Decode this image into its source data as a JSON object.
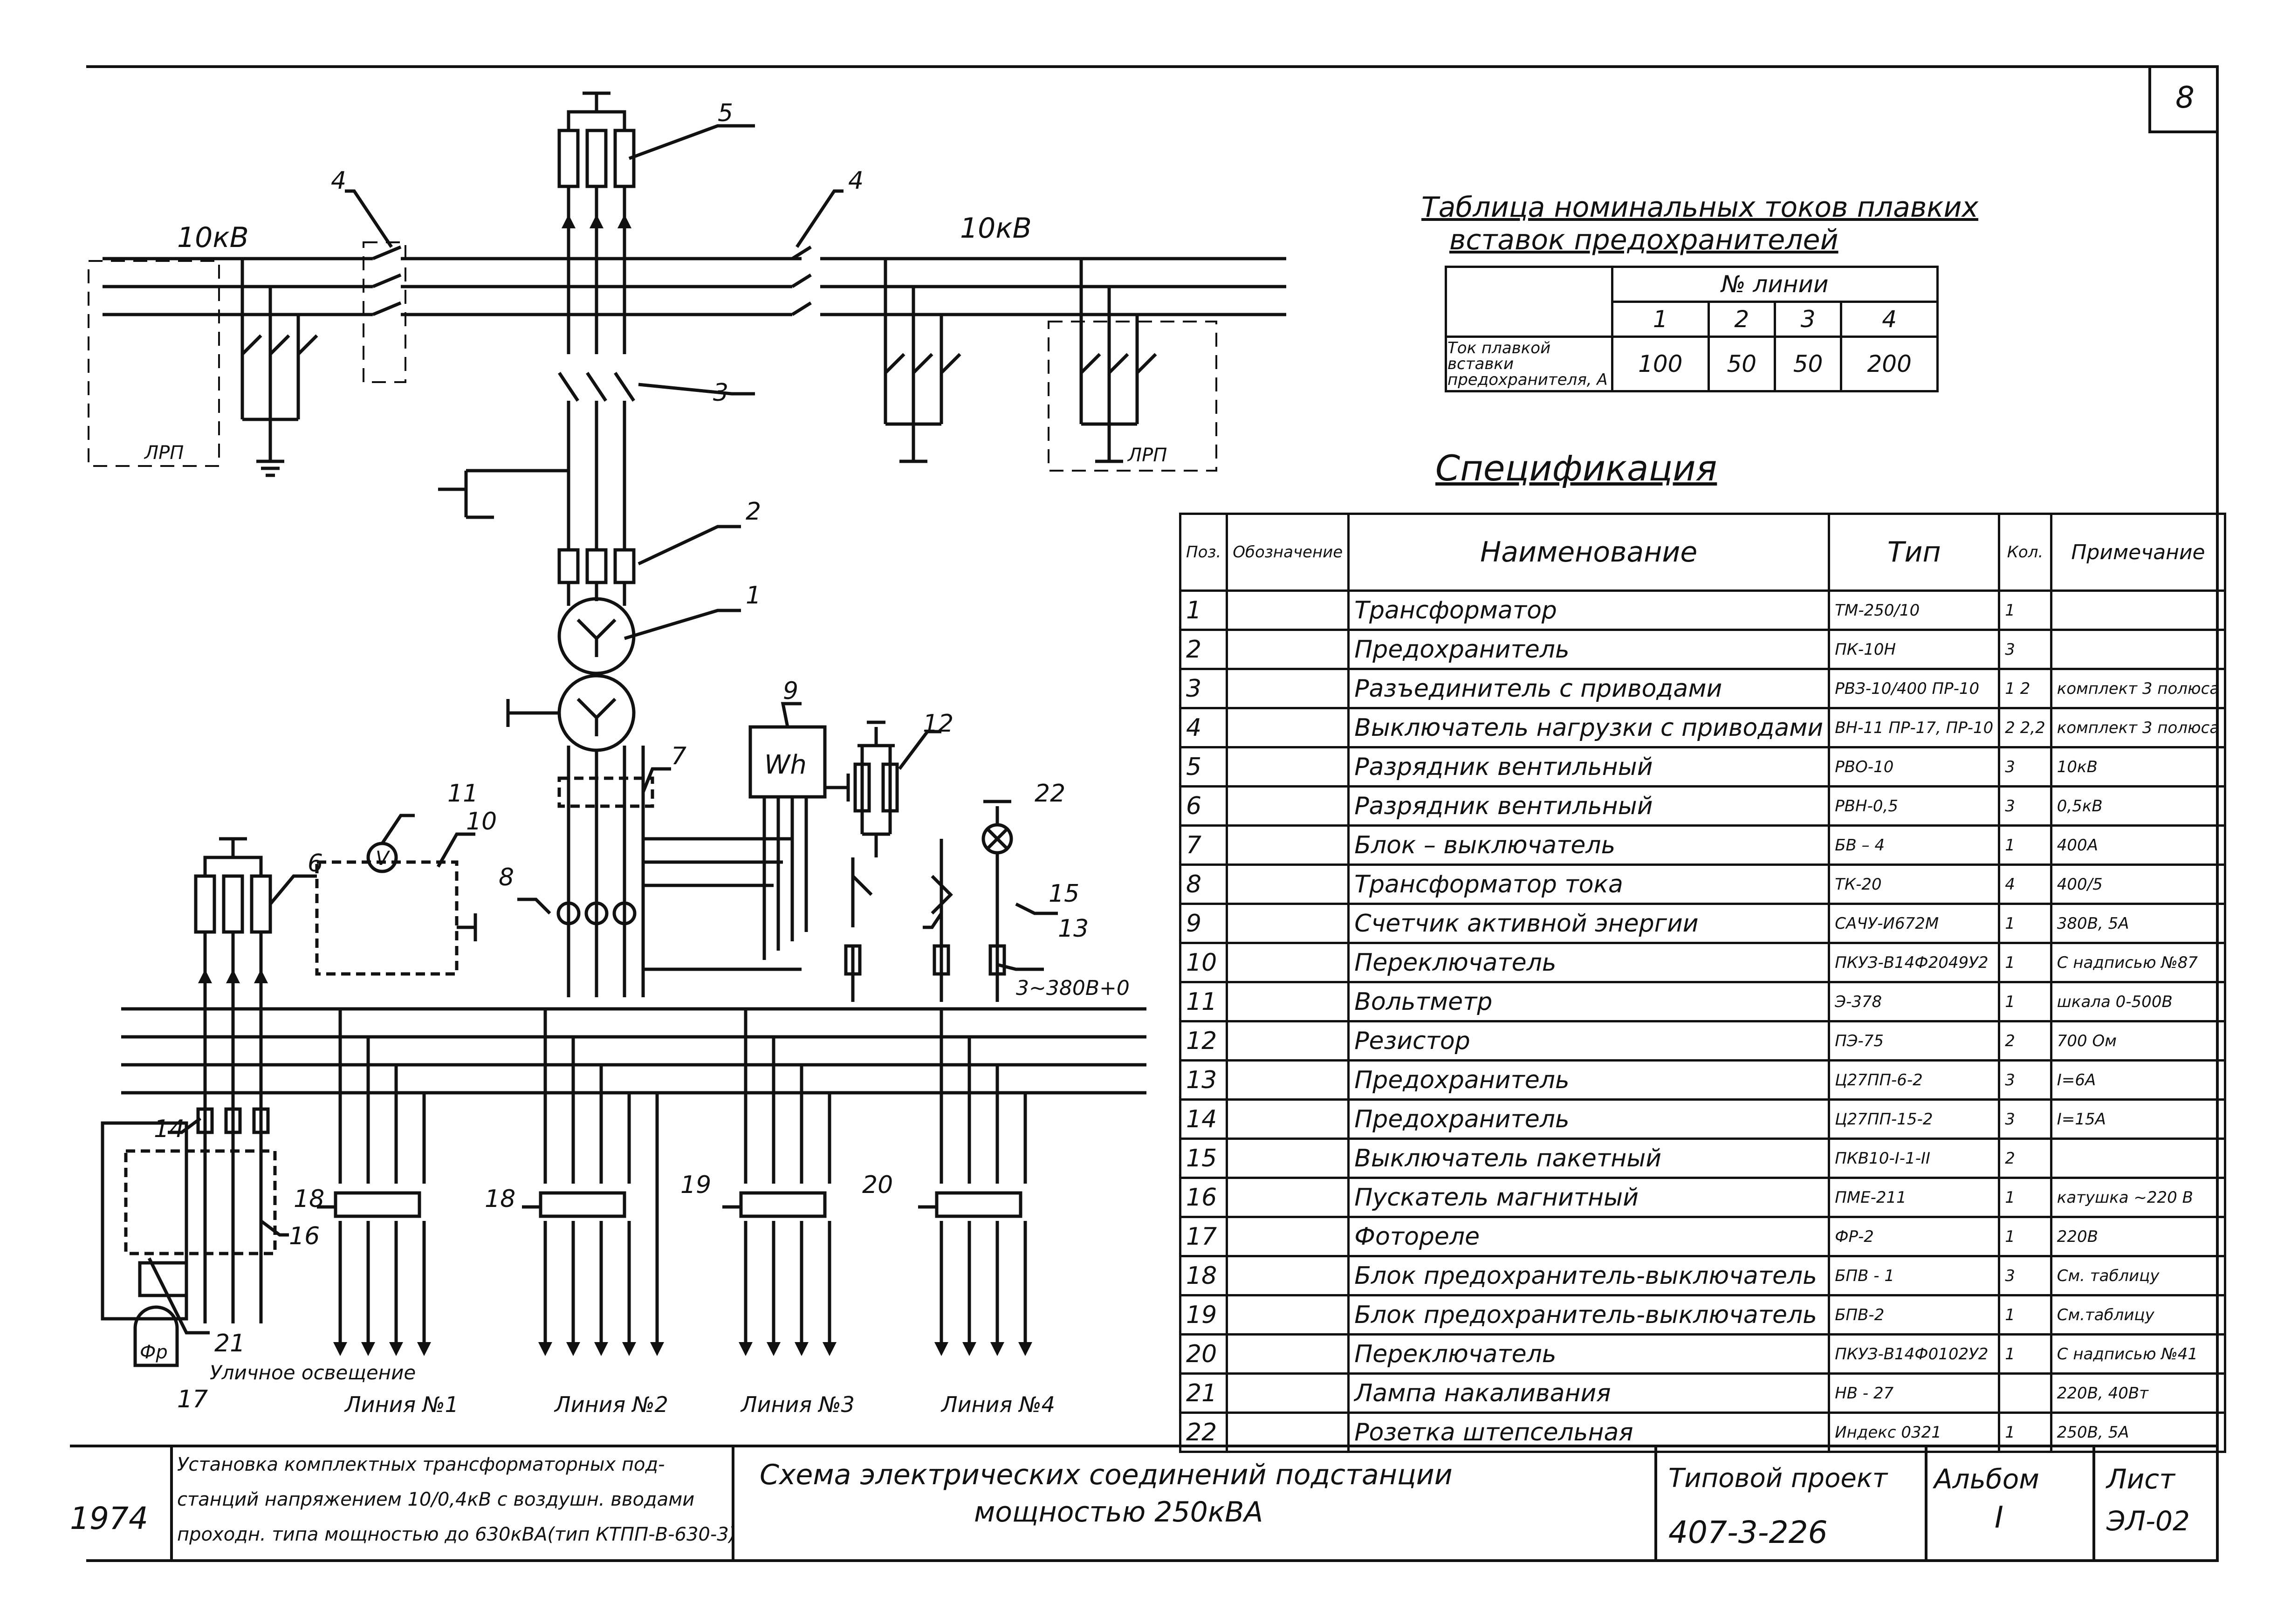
{
  "sheet_number": "8",
  "diagram_labels": {
    "voltage_left": "10кВ",
    "voltage_right": "10кВ",
    "lrp_left": "ЛРП",
    "lrp_right": "ЛРП",
    "bus_label": "3∼380В+0",
    "meter_label": "Wh",
    "voltmeter_label": "V",
    "photorelay_label": "Фр",
    "street_lighting": "Уличное освещение",
    "lines": [
      "Линия №1",
      "Линия №2",
      "Линия №3",
      "Линия №4"
    ],
    "callouts": [
      "1",
      "2",
      "3",
      "4",
      "4",
      "5",
      "6",
      "7",
      "8",
      "9",
      "10",
      "11",
      "12",
      "13",
      "14",
      "15",
      "16",
      "17",
      "18",
      "18",
      "19",
      "20",
      "21",
      "22"
    ]
  },
  "fuse_table": {
    "title_line1": "Таблица номинальных токов плавких",
    "title_line2": "вставок предохранителей",
    "header": "№ линии",
    "row_label": "Ток плавкой вставки предохранителя, А",
    "columns": [
      "1",
      "2",
      "3",
      "4"
    ],
    "values": [
      "100",
      "50",
      "50",
      "200"
    ]
  },
  "spec": {
    "title": "Спецификация",
    "headers": {
      "pos": "Поз.",
      "designation": "Обозначение",
      "name": "Наименование",
      "type": "Тип",
      "qty": "Кол.",
      "note": "Примечание"
    },
    "rows": [
      {
        "pos": "1",
        "name": "Трансформатор",
        "type": "ТМ-250/10",
        "qty": "1",
        "note": ""
      },
      {
        "pos": "2",
        "name": "Предохранитель",
        "type": "ПК-10Н",
        "qty": "3",
        "note": ""
      },
      {
        "pos": "3",
        "name": "Разъединитель с приводами",
        "type": "РВЗ-10/400 ПР-10",
        "qty": "1 2",
        "note": "комплект 3 полюса"
      },
      {
        "pos": "4",
        "name": "Выключатель нагрузки с приводами",
        "type": "ВН-11 ПР-17, ПР-10",
        "qty": "2 2,2",
        "note": "комплект 3 полюса"
      },
      {
        "pos": "5",
        "name": "Разрядник вентильный",
        "type": "РВО-10",
        "qty": "3",
        "note": "10кВ"
      },
      {
        "pos": "6",
        "name": "Разрядник вентильный",
        "type": "РВН-0,5",
        "qty": "3",
        "note": "0,5кВ"
      },
      {
        "pos": "7",
        "name": "Блок – выключатель",
        "type": "БВ – 4",
        "qty": "1",
        "note": "400А"
      },
      {
        "pos": "8",
        "name": "Трансформатор тока",
        "type": "ТК-20",
        "qty": "4",
        "note": "400/5"
      },
      {
        "pos": "9",
        "name": "Счетчик активной энергии",
        "type": "САЧУ-И672М",
        "qty": "1",
        "note": "380В, 5А"
      },
      {
        "pos": "10",
        "name": "Переключатель",
        "type": "ПКУЗ-В14Ф2049У2",
        "qty": "1",
        "note": "С надписью №87"
      },
      {
        "pos": "11",
        "name": "Вольтметр",
        "type": "Э-378",
        "qty": "1",
        "note": "шкала 0-500В"
      },
      {
        "pos": "12",
        "name": "Резистор",
        "type": "ПЭ-75",
        "qty": "2",
        "note": "700 Ом"
      },
      {
        "pos": "13",
        "name": "Предохранитель",
        "type": "Ц27ПП-6-2",
        "qty": "3",
        "note": "I=6А"
      },
      {
        "pos": "14",
        "name": "Предохранитель",
        "type": "Ц27ПП-15-2",
        "qty": "3",
        "note": "I=15А"
      },
      {
        "pos": "15",
        "name": "Выключатель пакетный",
        "type": "ПКВ10-I-1-II",
        "qty": "2",
        "note": ""
      },
      {
        "pos": "16",
        "name": "Пускатель магнитный",
        "type": "ПМЕ-211",
        "qty": "1",
        "note": "катушка ~220 В"
      },
      {
        "pos": "17",
        "name": "Фотореле",
        "type": "ФР-2",
        "qty": "1",
        "note": "220В"
      },
      {
        "pos": "18",
        "name": "Блок предохранитель-выключатель",
        "type": "БПВ - 1",
        "qty": "3",
        "note": "См. таблицу"
      },
      {
        "pos": "19",
        "name": "Блок предохранитель-выключатель",
        "type": "БПВ-2",
        "qty": "1",
        "note": "См.таблицу"
      },
      {
        "pos": "20",
        "name": "Переключатель",
        "type": "ПКУЗ-В14Ф0102У2",
        "qty": "1",
        "note": "С надписью №41"
      },
      {
        "pos": "21",
        "name": "Лампа накаливания",
        "type": "НВ - 27",
        "qty": "",
        "note": "220В, 40Вт"
      },
      {
        "pos": "22",
        "name": "Розетка штепсельная",
        "type": "Индекс 0321",
        "qty": "1",
        "note": "250В, 5А"
      }
    ]
  },
  "title_block": {
    "year": "1974",
    "description_1": "Установка комплектных трансформаторных под-",
    "description_2": "станций напряжением 10/0,4кВ с воздушн. вводами",
    "description_3": "проходн. типа мощностью до 630кВА(тип КТПП-В-630-3)",
    "title_1": "Схема электрических соединений подстанции",
    "title_2": "мощностью 250кВА",
    "project_label": "Типовой проект",
    "project_number": "407-3-226",
    "album_label": "Альбом",
    "album_number": "I",
    "sheet_label": "Лист",
    "sheet_code": "ЭЛ-02"
  }
}
